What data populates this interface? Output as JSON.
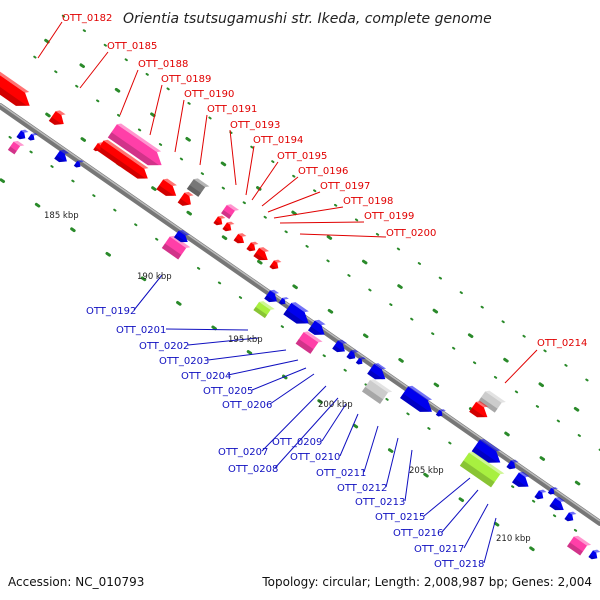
{
  "header": {
    "title": "Orientia tsutsugamushi str. Ikeda, complete genome"
  },
  "footer": {
    "accession": "Accession: NC_010793",
    "summary": "Topology: circular; Length: 2,008,987 bp; Genes: 2,004"
  },
  "colors": {
    "forward_label": "#e00000",
    "reverse_label": "#1010c0",
    "backbone": "#888888",
    "tick": "#2a8a2a",
    "cds_forward": "#ff0000",
    "cds_reverse": "#0000ee",
    "pink_feature": "#ff3fa8",
    "grey_feature": "#777777",
    "lightgrey_feature": "#cccccc",
    "lime_feature": "#a8f040"
  },
  "scale_labels": [
    "185 kbp",
    "190 kbp",
    "195 kbp",
    "200 kbp",
    "205 kbp",
    "210 kbp"
  ],
  "forward_labels": [
    "OTT_0182",
    "OTT_0185",
    "OTT_0188",
    "OTT_0189",
    "OTT_0190",
    "OTT_0191",
    "OTT_0193",
    "OTT_0194",
    "OTT_0195",
    "OTT_0196",
    "OTT_0197",
    "OTT_0198",
    "OTT_0199",
    "OTT_0200",
    "OTT_0214"
  ],
  "reverse_labels": [
    "OTT_0192",
    "OTT_0201",
    "OTT_0202",
    "OTT_0203",
    "OTT_0204",
    "OTT_0205",
    "OTT_0206",
    "OTT_0207",
    "OTT_0208",
    "OTT_0209",
    "OTT_0210",
    "OTT_0211",
    "OTT_0212",
    "OTT_0213",
    "OTT_0215",
    "OTT_0216",
    "OTT_0217",
    "OTT_0218"
  ]
}
